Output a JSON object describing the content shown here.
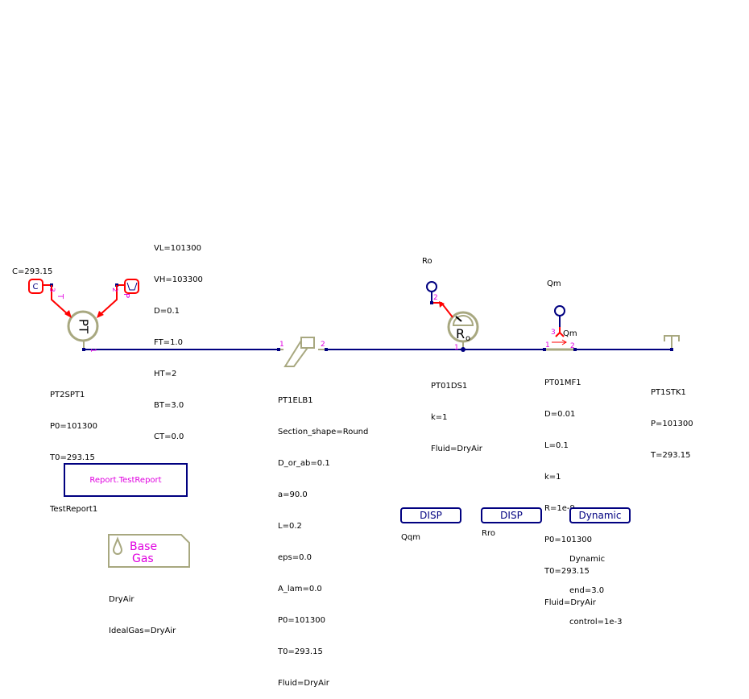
{
  "colors": {
    "wire": "#000080",
    "signal": "#ff0000",
    "component": "#a8a880",
    "port_label": "#e000e0",
    "text": "#000000"
  },
  "components": {
    "source": {
      "icon_text": "PT",
      "name": "PT2SPT1",
      "params": [
        "P0=101300",
        "T0=293.15"
      ],
      "port_labels": {
        "out": "1",
        "t_in": "3",
        "p_in": "2",
        "t_name": "T",
        "p_name": "P"
      }
    },
    "const_block": {
      "icon": "constant-icon",
      "icon_text": "C",
      "params": [
        "C=293.15"
      ]
    },
    "ramp_block": {
      "icon": "ramp-icon",
      "params": [
        "VL=101300",
        "VH=103300",
        "D=0.1",
        "FT=1.0",
        "HT=2",
        "BT=3.0",
        "CT=0.0"
      ]
    },
    "elbow": {
      "name": "PT1ELB1",
      "port_labels": {
        "in": "1",
        "out": "2"
      },
      "params": [
        "Section_shape=Round",
        "D_or_ab=0.1",
        "a=90.0",
        "L=0.2",
        "eps=0.0",
        "A_lam=0.0",
        "P0=101300",
        "T0=293.15",
        "Fluid=DryAir"
      ]
    },
    "density_sensor": {
      "icon_text": "R",
      "icon_sub": "o",
      "signal_name": "Ro",
      "name": "PT01DS1",
      "port_labels": {
        "in": "1",
        "out": "2"
      },
      "params": [
        "k=1",
        "Fluid=DryAir"
      ]
    },
    "mass_flow": {
      "signal_name": "Qm",
      "icon_text": "Qm",
      "name": "PT01MF1",
      "port_labels": {
        "in": "1",
        "out": "2",
        "sig": "3"
      },
      "params": [
        "D=0.01",
        "L=0.1",
        "k=1",
        "R=1e-9",
        "P0=101300",
        "T0=293.15",
        "Fluid=DryAir"
      ]
    },
    "sink": {
      "name": "PT1STK1",
      "params": [
        "P=101300",
        "T=293.15"
      ]
    },
    "report": {
      "label": "Report.TestReport",
      "name": "TestReport1"
    },
    "base_gas": {
      "line1": "Base",
      "line2": "Gas",
      "name": "DryAir",
      "params": [
        "IdealGas=DryAir"
      ]
    },
    "disp_qm": {
      "label": "DISP",
      "name": "Qqm"
    },
    "disp_ro": {
      "label": "DISP",
      "name": "Rro"
    },
    "dynamic": {
      "label": "Dynamic",
      "name": "Dynamic",
      "params": [
        "end=3.0",
        "control=1e-3"
      ]
    }
  }
}
